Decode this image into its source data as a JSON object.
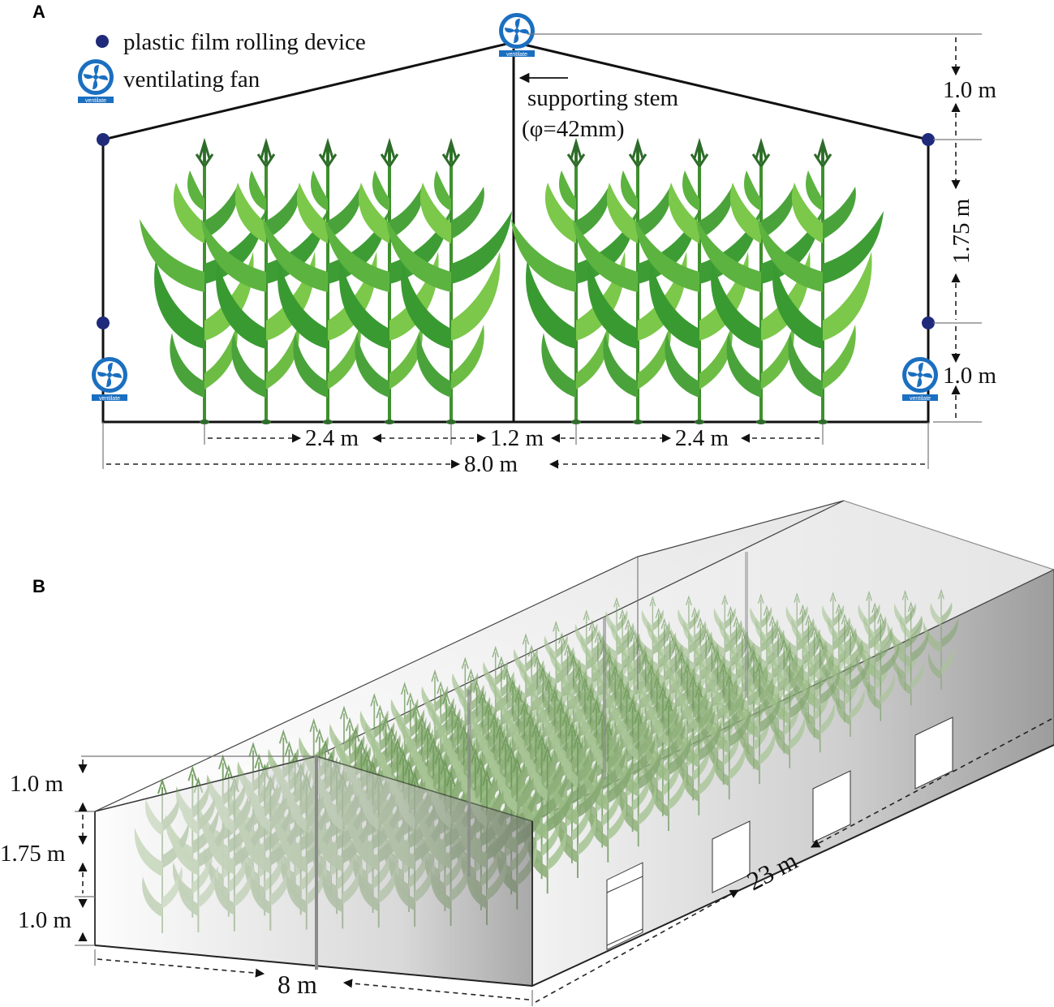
{
  "panels": {
    "a": "A",
    "b": "B"
  },
  "legend": {
    "rolling_device": "plastic film rolling device",
    "fan": "ventilating fan",
    "fan_caption": "ventilate"
  },
  "stem": {
    "line1": "supporting stem",
    "line2": "(φ=42mm)"
  },
  "front_view": {
    "ridge_height": "1.0 m",
    "mid_height": "1.75 m",
    "base_height": "1.0 m",
    "row_span_left": "2.4 m",
    "center_gap": "1.2 m",
    "row_span_right": "2.4 m",
    "total_width": "8.0 m"
  },
  "perspective_view": {
    "ridge_height": "1.0 m",
    "mid_height": "1.75 m",
    "base_height": "1.0 m",
    "width": "8 m",
    "length": "23 m"
  },
  "colors": {
    "device_dot": "#1f2a7a",
    "fan_blue": "#1b6fc0",
    "plant_dark": "#2f8a2a",
    "plant_light": "#7cc84a",
    "plant_faded": "#8fb07a"
  }
}
